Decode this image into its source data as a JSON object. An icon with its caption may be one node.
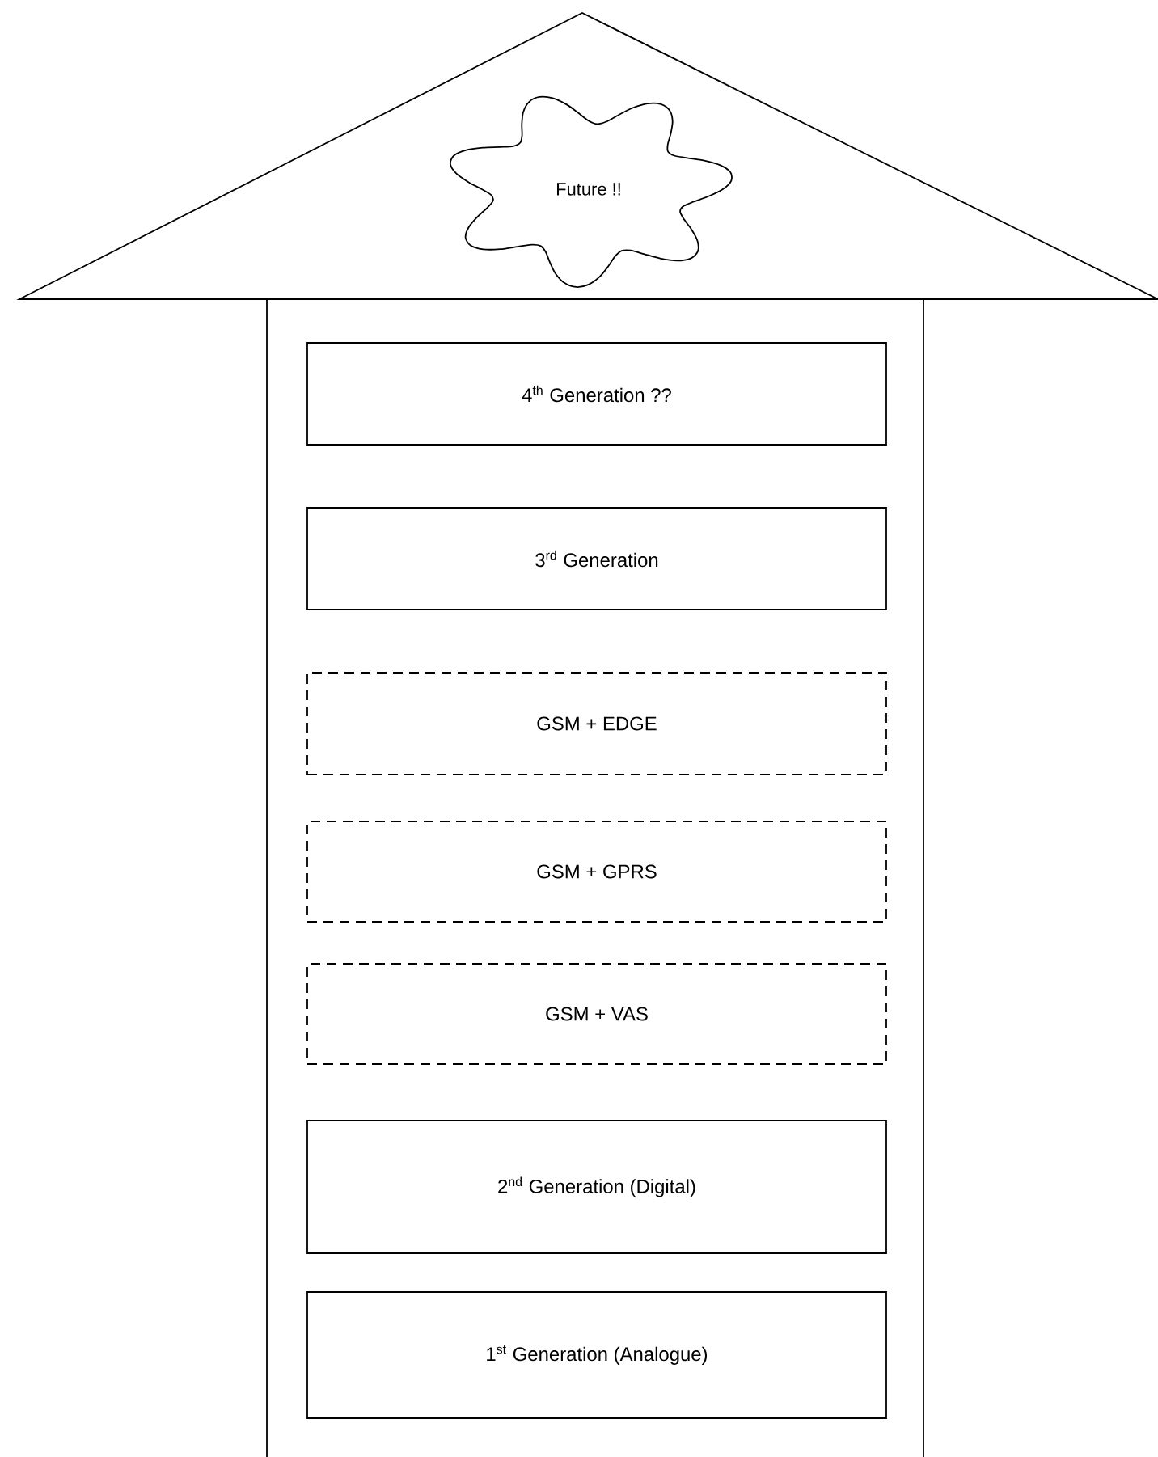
{
  "diagram": {
    "nodes": [
      {
        "text": [],
        "shape": "triangle"
      },
      {
        "text": [
          "Future !!"
        ],
        "in": 0
      },
      {
        "text": [],
        "shape": "box"
      },
      {
        "text": [
          "4$^{th}$ Generation ??"
        ],
        "in": 2
      },
      {
        "text": [
          "3$^{rd}$ Generation"
        ],
        "in": 2
      },
      {
        "text": [
          "GSM + EDGE"
        ],
        "in": 2
      },
      {
        "text": [
          "GSM + GPRS"
        ],
        "in": 2
      },
      {
        "text": [
          "GSM + VAS"
        ],
        "in": 2
      },
      {
        "text": [
          "2$^{nd}$ Generation (Digital)"
        ],
        "in": 2
      },
      {
        "text": [
          "1$^{st}$ Generation (Analogue)"
        ],
        "in": 2
      }
    ]
  }
}
